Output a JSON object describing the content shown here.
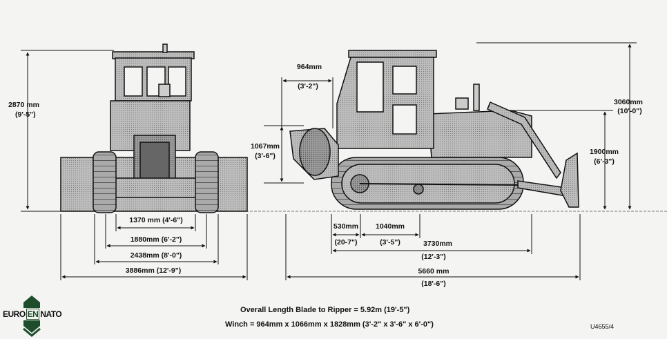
{
  "front_view": {
    "height_metric": "2870 mm",
    "height_imperial": "(9'-5\")",
    "widths": [
      {
        "text": "1370 mm (4'-6\")"
      },
      {
        "text": "1880mm (6'-2\")"
      },
      {
        "text": "2438mm (8'-0\")"
      },
      {
        "text": "3886mm (12'-9\")"
      }
    ]
  },
  "side_view": {
    "winch_width_metric": "964mm",
    "winch_width_imperial": "(3'-2\")",
    "winch_height_metric": "1067mm",
    "winch_height_imperial": "(3'-6\")",
    "cab_height_metric": "3060mm",
    "cab_height_imperial": "(10'-0\")",
    "blade_height_metric": "1900mm",
    "blade_height_imperial": "(6'-3\")",
    "rear_metric": "530mm",
    "rear_imperial": "(20-7\")",
    "sprocket_metric": "1040mm",
    "sprocket_imperial": "(3'-5\")",
    "track_metric": "3730mm",
    "track_imperial": "(12'-3\")",
    "overall_metric": "5660 mm",
    "overall_imperial": "(18'-6\")"
  },
  "captions": {
    "overall_length": "Overall Length Blade to Ripper = 5.92m (19'-5\")",
    "winch": "Winch = 964mm x 1066mm x 1828mm (3'-2\" x 3'-6\" x 6'-0\")",
    "figure_code": "U4655/4"
  },
  "logo": {
    "left": "EURO",
    "middle": "EN",
    "right": "NATO",
    "color": "#1e4d2b"
  }
}
